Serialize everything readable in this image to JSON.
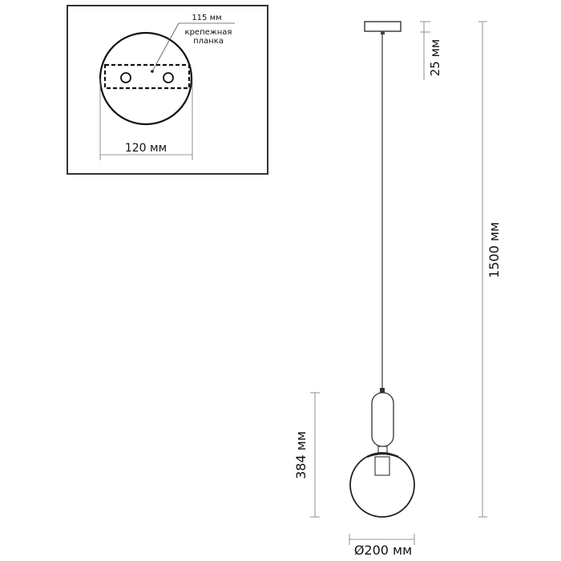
{
  "mount_detail": {
    "plate_width_label": "115 мм",
    "plate_name_line1": "крепежная",
    "plate_name_line2": "планка",
    "canopy_diameter_label": "120 мм"
  },
  "dimensions": {
    "canopy_height_label": "25 мм",
    "total_height_label": "1500 мм",
    "shade_height_label": "384 мм",
    "shade_diameter_label": "Ø200 мм"
  }
}
